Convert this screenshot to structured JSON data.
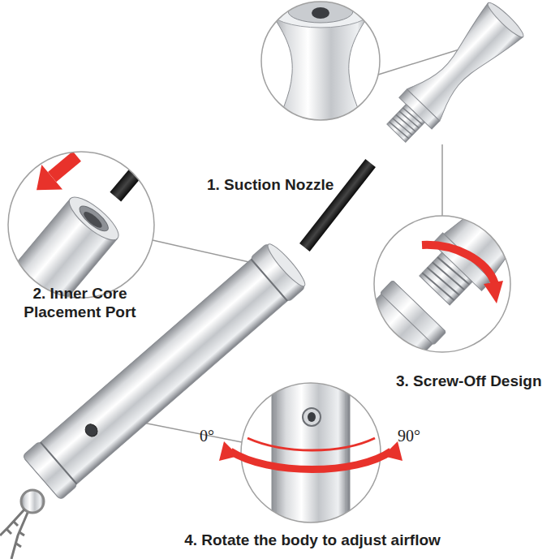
{
  "diagram": {
    "labels": [
      "1. Suction Nozzle",
      "2. Inner Core Placement Port",
      "3. Screw-Off Design",
      "0°",
      "90°",
      "4. Rotate the body to adjust airflow"
    ]
  }
}
